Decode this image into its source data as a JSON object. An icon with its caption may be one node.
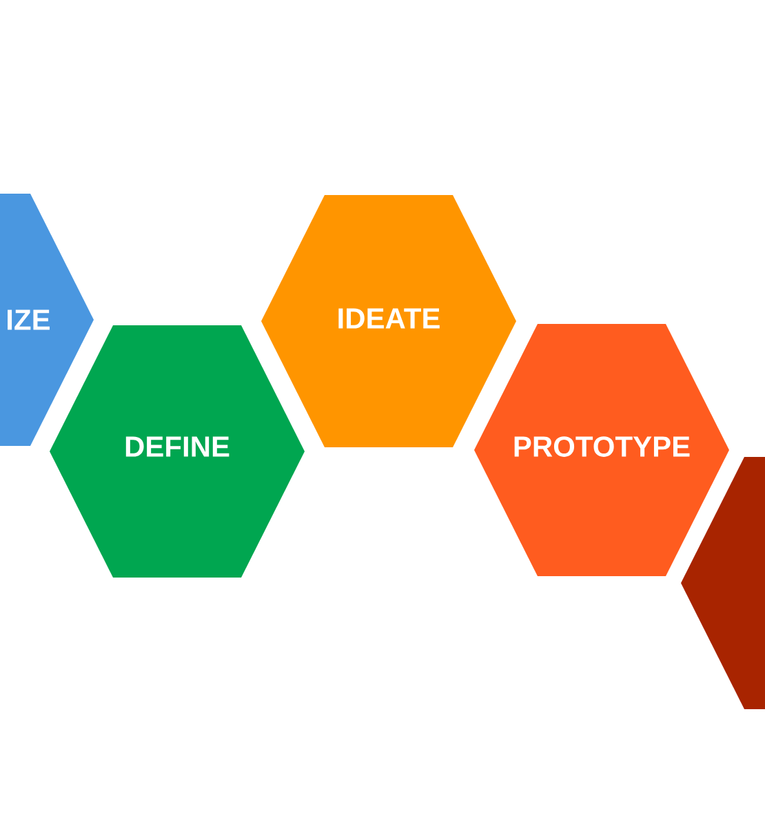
{
  "diagram": {
    "nodes": [
      {
        "text": [
          "IZE"
        ]
      },
      {
        "text": [
          "DEFINE"
        ]
      },
      {
        "text": [
          "IDEATE"
        ]
      },
      {
        "text": [
          "PROTOTYPE"
        ]
      },
      {
        "text": [],
        "shape": "hexagon"
      }
    ]
  }
}
